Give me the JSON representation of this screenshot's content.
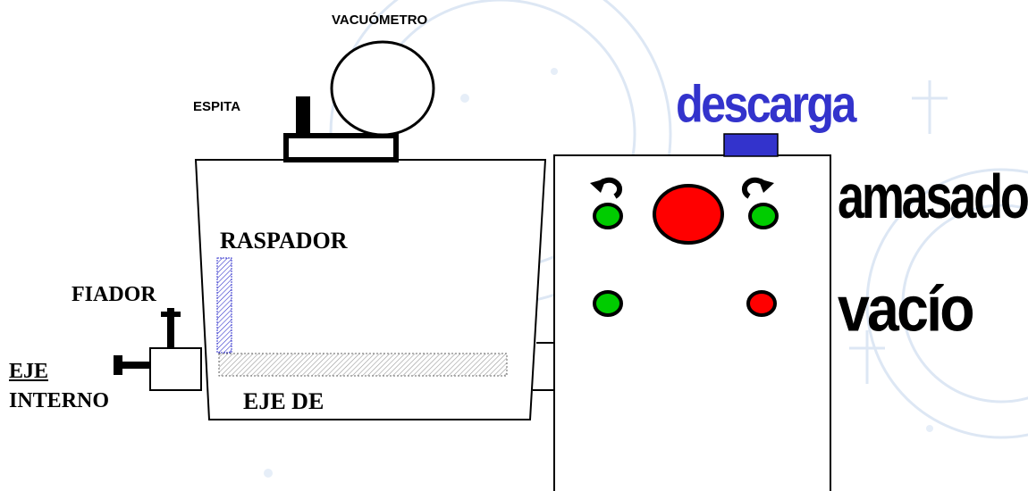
{
  "labels": {
    "vacuometro": "VACUÓMETRO",
    "espita": "ESPITA",
    "raspador": "RASPADOR",
    "fiador": "FIADOR",
    "eje_line1": "EJE",
    "eje_line2": "INTERNO",
    "eje_de": "EJE DE",
    "descarga": "descarga",
    "amasado": "amasado",
    "vacio": "vacío"
  },
  "colors": {
    "descarga_text": "#3333cc",
    "descarga_button": "#3333cc",
    "light_green": "#00cc00",
    "light_red": "#ff0000",
    "raspador_hatch": "#3333cc",
    "eje_hatch": "#999999",
    "watermark": "#c8d8ee"
  },
  "icons": {
    "rotate_left": "rotate-left-arrow-icon",
    "rotate_right": "rotate-right-arrow-icon"
  }
}
